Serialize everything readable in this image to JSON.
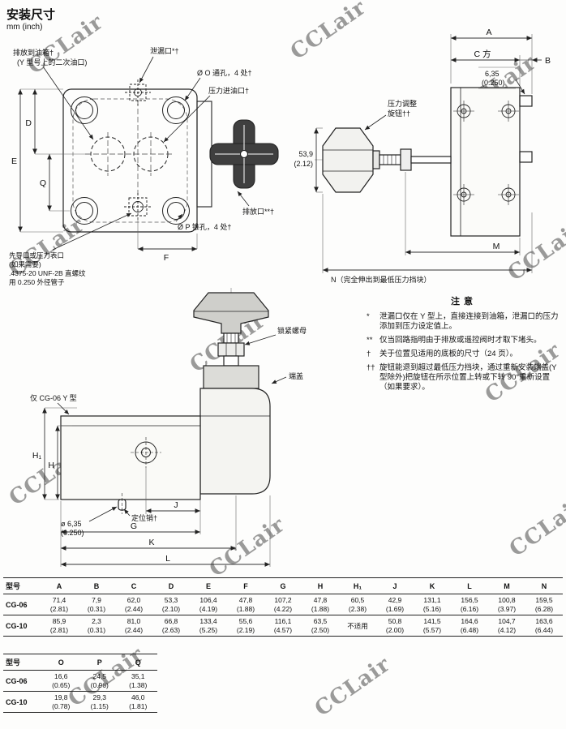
{
  "page": {
    "title": "安装尺寸",
    "subtitle": "mm (inch)",
    "watermark": "CCLair"
  },
  "front_view": {
    "drain_line1": "排放到油箱†",
    "drain_line2": "(Y 型号上的二次油口)",
    "leak_port": "泄漏口*†",
    "o_holes": "Ø O 通孔，4 处†",
    "pressure_inlet": "压力进油口†",
    "vent_port": "排放口**†",
    "p_holes": "Ø P 锥孔，4 处†",
    "pilot_line1": "先导口或压力表口",
    "pilot_line2": "(如果需要)",
    "pilot_line3": ".4375-20 UNF-2B 直螺纹",
    "pilot_line4": "用 0.250 外径管子",
    "dim_d": "D",
    "dim_e": "E",
    "dim_q": "Q",
    "dim_f": "F"
  },
  "side_view": {
    "dim_a": "A",
    "dim_c": "C 方",
    "dim_b": "B",
    "dim_635_mm": "6,35",
    "dim_635_in": "(0.250)",
    "knob_line1": "压力调整",
    "knob_line2": "旋钮††",
    "dim_539_mm": "53,9",
    "dim_539_in": "(2.12)",
    "dim_m": "M",
    "dim_n": "N（完全伸出到最低压力挡块）"
  },
  "section_view": {
    "lock_nut": "锁紧螺母",
    "end_cap": "端盖",
    "cg06_only": "仅 CG-06 Y 型",
    "locating_pin": "定位销†",
    "pin_dia_mm": "ø 6,35",
    "pin_dia_in": "(0.250)",
    "dim_h1": "H₁",
    "dim_h": "H",
    "dim_j": "J",
    "dim_g": "G",
    "dim_k": "K",
    "dim_l": "L"
  },
  "notes": {
    "heading": "注意",
    "items": [
      {
        "marker": "*",
        "text": "泄漏口仅在 Y 型上，直接连接到油箱，泄漏口的压力添加到压力设定值上。"
      },
      {
        "marker": "**",
        "text": "仅当回路指明由于排放或遥控阀时才取下堵头。"
      },
      {
        "marker": "†",
        "text": "关于位置见适用的底板的尺寸（24 页）。"
      },
      {
        "marker": "††",
        "text": "旋钮能退到超过最低压力挡块，通过重新安装端盖(Y 型除外)把旋钮在所示位置上转或下转 90°重新设置（如果要求）。"
      }
    ]
  },
  "table1": {
    "headers": [
      "型号",
      "A",
      "B",
      "C",
      "D",
      "E",
      "F",
      "G",
      "H",
      "H₁",
      "J",
      "K",
      "L",
      "M",
      "N"
    ],
    "rows": [
      {
        "model": "CG-06",
        "cells": [
          [
            "71,4",
            "(2.81)"
          ],
          [
            "7,9",
            "(0.31)"
          ],
          [
            "62,0",
            "(2.44)"
          ],
          [
            "53,3",
            "(2.10)"
          ],
          [
            "106,4",
            "(4.19)"
          ],
          [
            "47,8",
            "(1.88)"
          ],
          [
            "107,2",
            "(4.22)"
          ],
          [
            "47,8",
            "(1.88)"
          ],
          [
            "60,5",
            "(2.38)"
          ],
          [
            "42,9",
            "(1.69)"
          ],
          [
            "131,1",
            "(5.16)"
          ],
          [
            "156,5",
            "(6.16)"
          ],
          [
            "100,8",
            "(3.97)"
          ],
          [
            "159,5",
            "(6.28)"
          ]
        ]
      },
      {
        "model": "CG-10",
        "cells": [
          [
            "85,9",
            "(2.81)"
          ],
          [
            "2,3",
            "(0.31)"
          ],
          [
            "81,0",
            "(2.44)"
          ],
          [
            "66,8",
            "(2.63)"
          ],
          [
            "133,4",
            "(5.25)"
          ],
          [
            "55,6",
            "(2.19)"
          ],
          [
            "116,1",
            "(4.57)"
          ],
          [
            "63,5",
            "(2.50)"
          ],
          [
            "不适用",
            ""
          ],
          [
            "50,8",
            "(2.00)"
          ],
          [
            "141,5",
            "(5.57)"
          ],
          [
            "164,6",
            "(6.48)"
          ],
          [
            "104,7",
            "(4.12)"
          ],
          [
            "163,6",
            "(6.44)"
          ]
        ]
      }
    ]
  },
  "table2": {
    "headers": [
      "型号",
      "O",
      "P",
      "Q"
    ],
    "rows": [
      {
        "model": "CG-06",
        "cells": [
          [
            "16,6",
            "(0.65)"
          ],
          [
            "24,5",
            "(0.96)"
          ],
          [
            "35,1",
            "(1.38)"
          ]
        ]
      },
      {
        "model": "CG-10",
        "cells": [
          [
            "19,8",
            "(0.78)"
          ],
          [
            "29,3",
            "(1.15)"
          ],
          [
            "46,0",
            "(1.81)"
          ]
        ]
      }
    ]
  }
}
